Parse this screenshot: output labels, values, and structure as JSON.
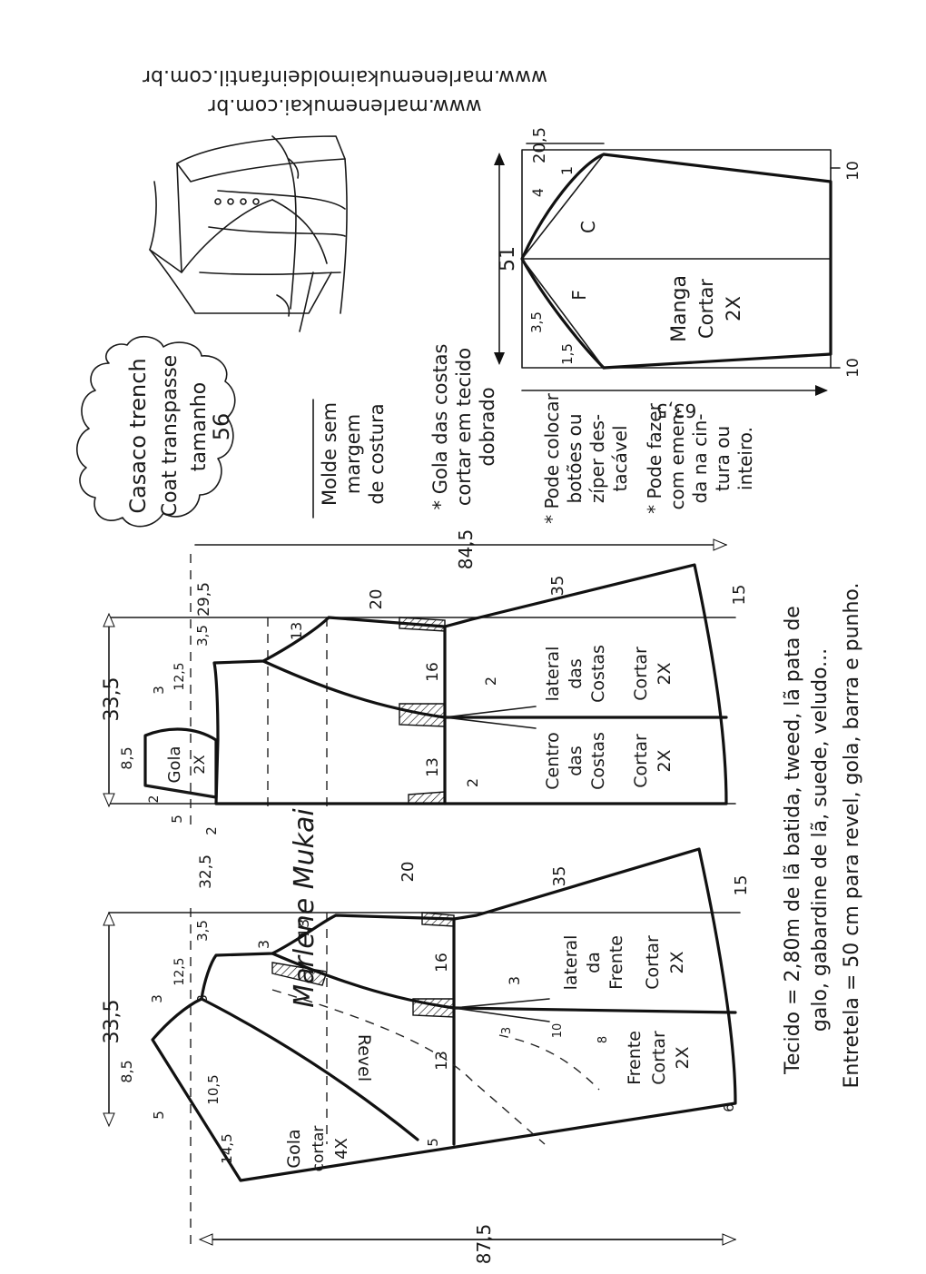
{
  "urls": [
    "www.marlenemukai.com.br",
    "www.marlenemukaimoldeinfantil.com.br"
  ],
  "title_box": {
    "line1": "Casaco trench",
    "line2": "Coat transpasse",
    "line3": "tamanho",
    "line4": "56"
  },
  "notes": {
    "molde": [
      "Molde sem",
      "margem",
      "de costura"
    ],
    "gola": [
      "* Gola das costas",
      "cortar em tecido",
      "dobrado"
    ],
    "botoes": [
      "* Pode colocar",
      "botões ou",
      "zíper des-",
      "tacável"
    ],
    "cinto": [
      "* Pode fazer",
      "com emen-",
      "da na cin-",
      "tura ou",
      "inteiro."
    ]
  },
  "sleeve": {
    "name": "Manga",
    "cut": "Cortar",
    "qty": "2X",
    "letters": {
      "c": "C",
      "f": "F"
    },
    "dims": {
      "top": "20,5",
      "length": "51",
      "bottom": "63,5",
      "right_top": "10",
      "right_bottom": "10",
      "d1": "1",
      "d4": "4",
      "d35": "3,5",
      "d15": "1,5"
    }
  },
  "back": {
    "top_width": "33,5",
    "length": "84,5",
    "gola": {
      "label": "Gola",
      "qty": "2X",
      "d85": "8,5",
      "d2a": "2",
      "d5": "5",
      "d2b": "2"
    },
    "dims": {
      "d295": "29,5",
      "d20": "20",
      "d35": "35",
      "d15": "15",
      "d13a": "13",
      "d35s": "3,5",
      "d125": "12,5",
      "d3": "3",
      "d16": "16",
      "d13b": "13",
      "dart2a": "2",
      "dart2b": "2"
    },
    "side": {
      "l1": "lateral",
      "l2": "das",
      "l3": "Costas",
      "cut": "Cortar",
      "qty": "2X"
    },
    "center": {
      "l1": "Centro",
      "l2": "das",
      "l3": "Costas",
      "cut": "Cortar",
      "qty": "2X"
    }
  },
  "front": {
    "top_width": "33,5",
    "length": "87,5",
    "dims": {
      "d325": "32,5",
      "d20": "20",
      "d35": "35",
      "d15": "15",
      "d13a": "13",
      "d35s": "3,5",
      "d125": "12,5",
      "d3a": "3",
      "d3b": "3",
      "d3c": "3",
      "d3d": "3",
      "d85": "8,5",
      "d5a": "5",
      "d105": "10,5",
      "d145": "14,5",
      "d16": "16",
      "d13b": "13",
      "d5b": "5",
      "d6": "6",
      "d10": "10",
      "d8": "8",
      "d3e": "3"
    },
    "revel": "Revel",
    "gola": {
      "label": "Gola",
      "cut": "cortar",
      "qty": "4X"
    },
    "side": {
      "l1": "lateral",
      "l2": "da",
      "l3": "Frente",
      "cut": "Cortar",
      "qty": "2X"
    },
    "main": {
      "l1": "Frente",
      "cut": "Cortar",
      "qty": "2X"
    }
  },
  "signature": "Marlene Mukai",
  "materials": {
    "line1": "Tecido = 2,80m de lã batida, tweed, lã pata de",
    "line2": "galo, gabardine de lã, suede, veludo...",
    "line3": "Entretela = 50 cm para revel, gola, barra e punho."
  }
}
